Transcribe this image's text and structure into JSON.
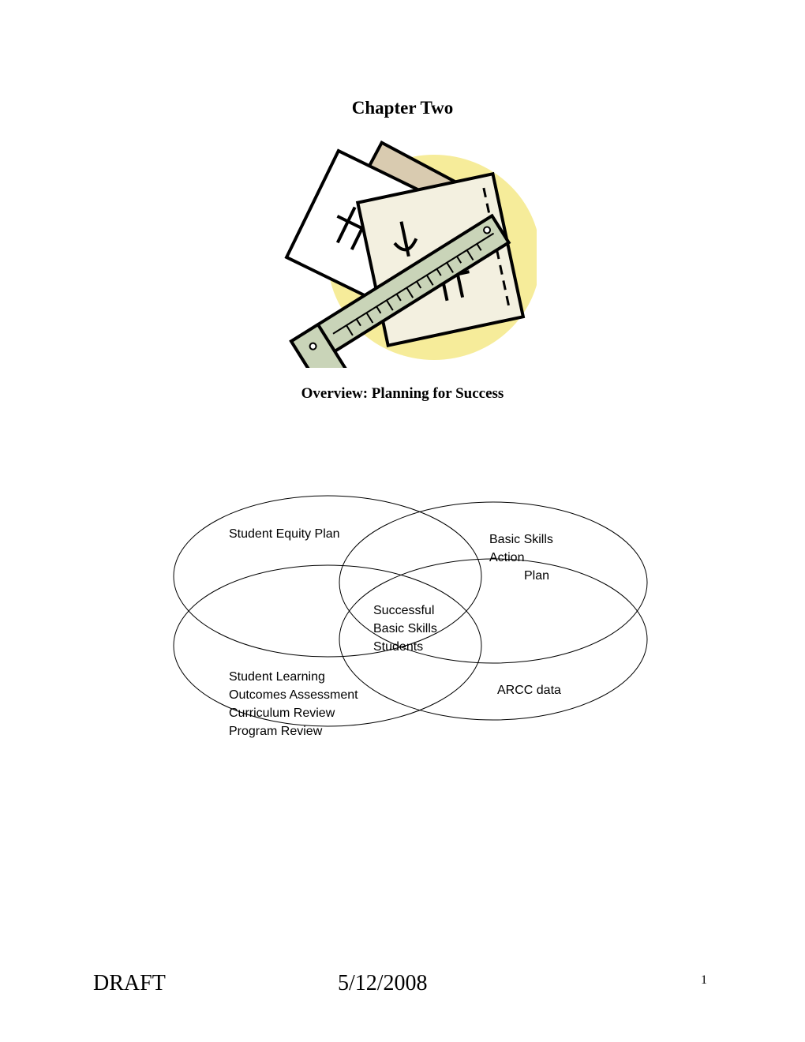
{
  "page": {
    "chapter_title": "Chapter Two",
    "overview_title": "Overview: Planning for Success"
  },
  "clipart": {
    "icon": "drafting-papers-and-ruler-icon"
  },
  "venn": {
    "student_equity": "Student Equity Plan",
    "basic_skills": [
      "Basic Skills",
      "Action",
      "Plan"
    ],
    "center": [
      "Successful",
      "Basic Skills",
      "Students"
    ],
    "slo": [
      "Student Learning",
      "Outcomes Assessment",
      "Curriculum Review",
      "Program Review"
    ],
    "arcc": "ARCC data"
  },
  "footer": {
    "draft": "DRAFT",
    "date": "5/12/2008",
    "page_number": "1"
  }
}
